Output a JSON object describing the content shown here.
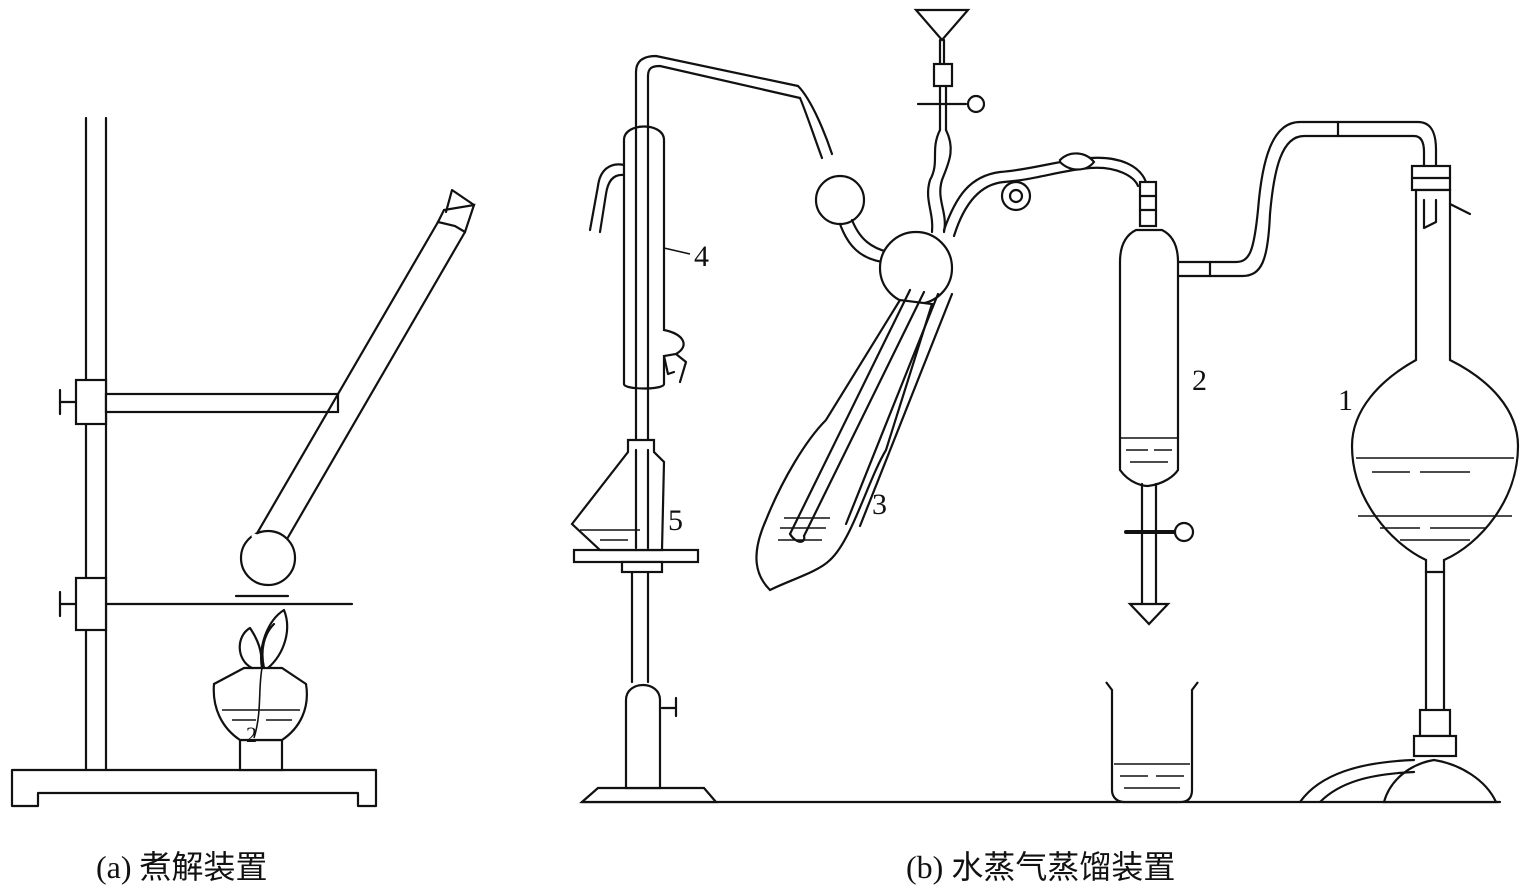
{
  "captions": {
    "a": "(a)  煮解装置",
    "b": "(b)  水蒸气蒸馏装置"
  },
  "labels": {
    "n1": "1",
    "n2": "2",
    "n3": "3",
    "n4": "4",
    "n5": "5"
  }
}
